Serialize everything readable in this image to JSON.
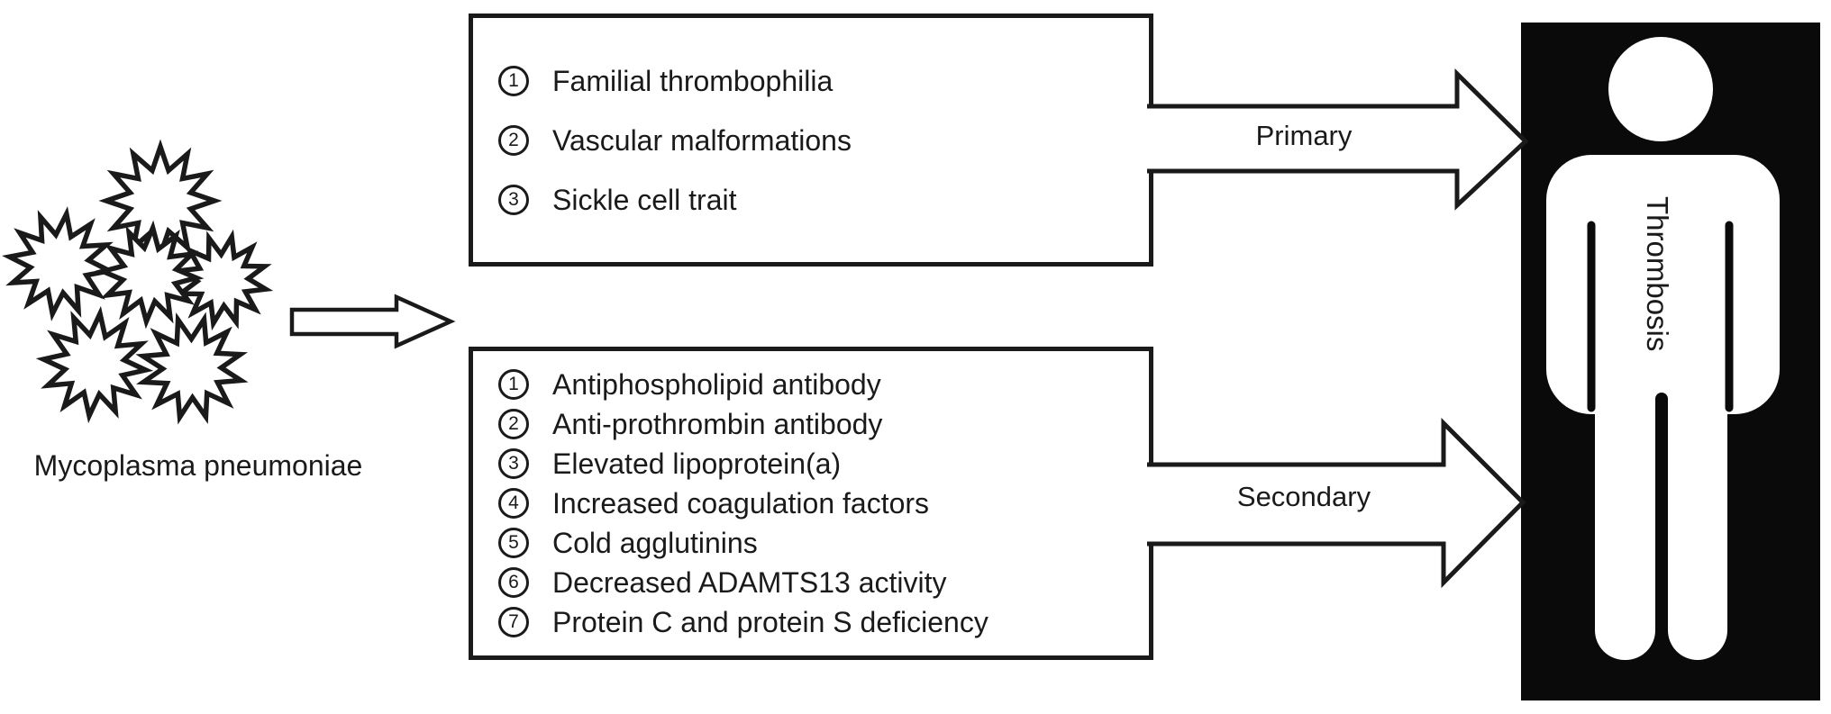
{
  "diagram": {
    "organism": {
      "label": "Mycoplasma pneumoniae"
    },
    "cause_boxes": [
      {
        "arrow_label": "Primary",
        "items": [
          "Familial thrombophilia",
          "Vascular malformations",
          "Sickle cell trait"
        ]
      },
      {
        "arrow_label": "Secondary",
        "items": [
          "Antiphospholipid antibody",
          "Anti-prothrombin antibody",
          "Elevated lipoprotein(a)",
          "Increased coagulation factors",
          "Cold agglutinins",
          "Decreased ADAMTS13 activity",
          "Protein C and protein S deficiency"
        ]
      }
    ],
    "outcome": {
      "label": "Thrombosis"
    },
    "colors": {
      "ink": "#1a1a1a",
      "panel": "#0a0a0a",
      "background": "#ffffff"
    }
  }
}
